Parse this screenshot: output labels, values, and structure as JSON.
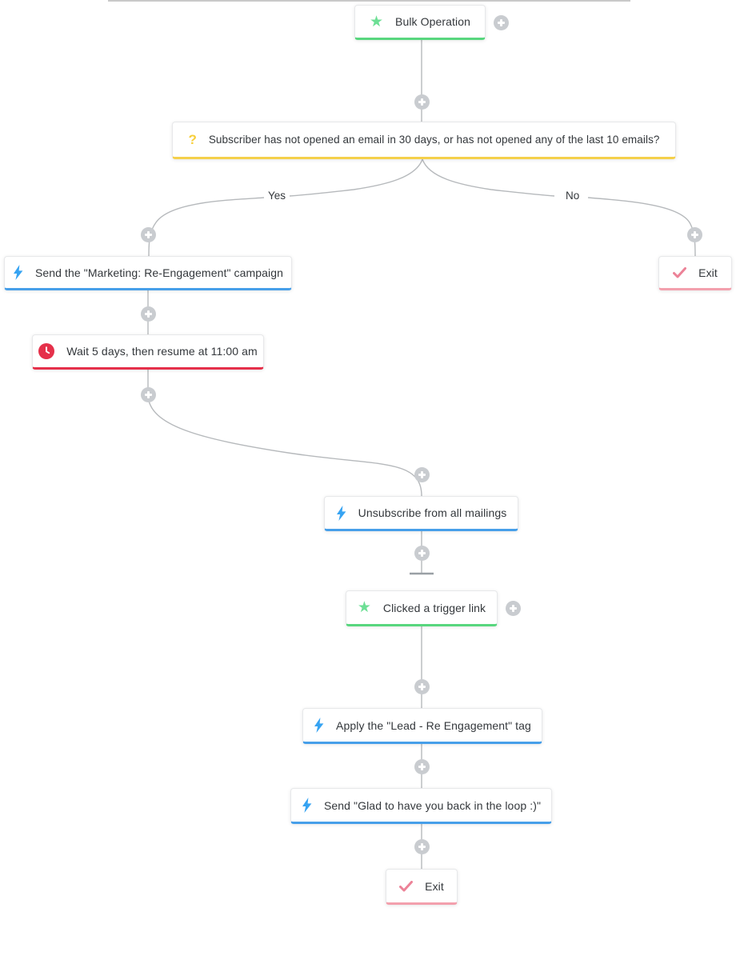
{
  "colors": {
    "green_border": "#58d67e",
    "green_icon": "#6ddf95",
    "yellow": "#f5d04b",
    "yellow_icon": "#f7cf3b",
    "blue_border": "#479fe9",
    "blue_icon": "#36a3f2",
    "red": "#e5304a",
    "pink_border": "#f3a0ad",
    "pink_icon": "#ec8297",
    "wire": "#b6b9bc",
    "wire_terminator": "#9aa0a5",
    "plus_fill": "#c9ccd0",
    "plus_glyph": "#ffffff",
    "text": "#33373b"
  },
  "branch_labels": {
    "yes": "Yes",
    "no": "No"
  },
  "nodes": [
    {
      "id": "bulk-operation",
      "type": "trigger",
      "icon": "star-icon",
      "accent": "green",
      "label": "Bulk Operation"
    },
    {
      "id": "condition-open-check",
      "type": "condition",
      "icon": "question-icon",
      "accent": "yellow",
      "label": "Subscriber has not opened an email in 30 days, or has not opened any of the last 10 emails?"
    },
    {
      "id": "send-reengagement-campaign",
      "type": "action",
      "icon": "lightning-icon",
      "accent": "blue",
      "label": "Send the \"Marketing: Re-Engagement\" campaign"
    },
    {
      "id": "wait-5-days",
      "type": "delay",
      "icon": "clock-icon",
      "accent": "red",
      "label": "Wait 5 days, then resume at 11:00 am"
    },
    {
      "id": "exit-no-branch",
      "type": "exit",
      "icon": "check-icon",
      "accent": "pink",
      "label": "Exit"
    },
    {
      "id": "unsubscribe-all",
      "type": "action",
      "icon": "lightning-icon",
      "accent": "blue",
      "label": "Unsubscribe from all mailings"
    },
    {
      "id": "clicked-trigger-link",
      "type": "trigger",
      "icon": "star-icon",
      "accent": "green",
      "label": "Clicked a trigger link"
    },
    {
      "id": "apply-reengagement-tag",
      "type": "action",
      "icon": "lightning-icon",
      "accent": "blue",
      "label": "Apply the \"Lead - Re Engagement\" tag"
    },
    {
      "id": "send-glad-email",
      "type": "action",
      "icon": "lightning-icon",
      "accent": "blue",
      "label": "Send \"Glad to have you back in the loop :)\""
    },
    {
      "id": "exit-end",
      "type": "exit",
      "icon": "check-icon",
      "accent": "pink",
      "label": "Exit"
    }
  ]
}
